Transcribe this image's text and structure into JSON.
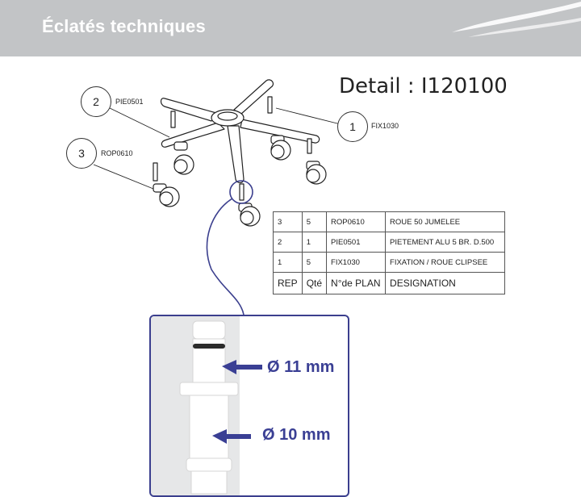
{
  "header": {
    "title": "Éclatés techniques"
  },
  "detail": {
    "title": "Detail : I120100"
  },
  "callouts": [
    {
      "rep": "1",
      "code": "FIX1030"
    },
    {
      "rep": "2",
      "code": "PIE0501"
    },
    {
      "rep": "3",
      "code": "ROP0610"
    }
  ],
  "bom": {
    "headers": {
      "rep": "REP",
      "qty": "Qté",
      "plan": "N°de PLAN",
      "designation": "DESIGNATION"
    },
    "rows": [
      {
        "rep": "3",
        "qty": "5",
        "plan": "ROP0610",
        "designation": "ROUE 50 JUMELEE"
      },
      {
        "rep": "2",
        "qty": "1",
        "plan": "PIE0501",
        "designation": "PIETEMENT ALU 5 BR. D.500"
      },
      {
        "rep": "1",
        "qty": "5",
        "plan": "FIX1030",
        "designation": "FIXATION /  ROUE CLIPSEE"
      }
    ]
  },
  "dimensions": {
    "upper": "Ø 11 mm",
    "lower": "Ø 10 mm"
  },
  "colors": {
    "header": "#c2c4c6",
    "accent": "#3a3f94",
    "zoom_border": "#3b3f8e"
  }
}
